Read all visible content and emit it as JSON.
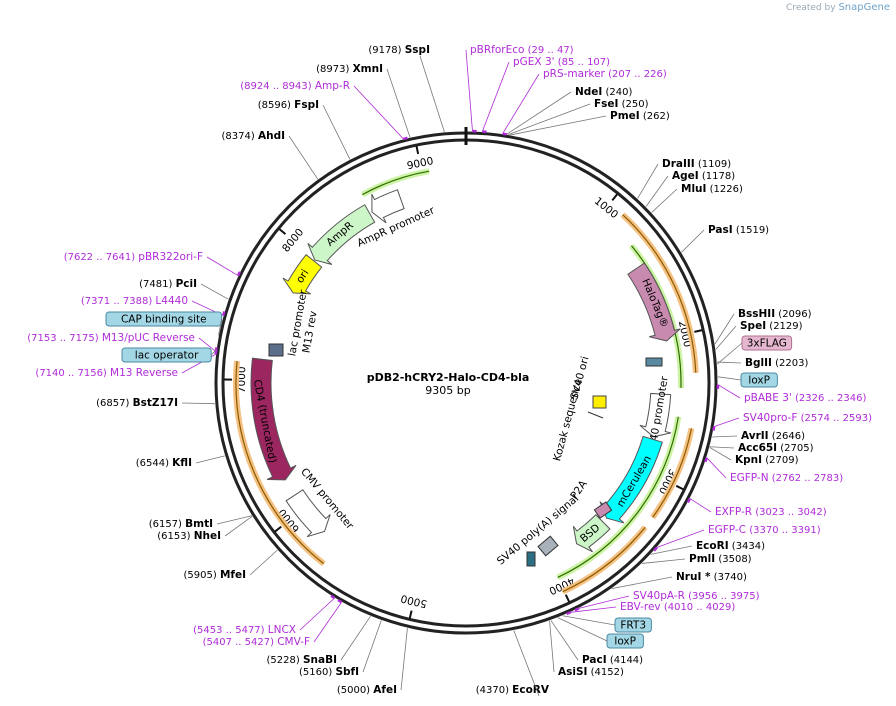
{
  "brand": {
    "prefix": "Created by",
    "name": "SnapGene"
  },
  "map": {
    "title": "pDB2-hCRY2-Halo-CD4-bla",
    "length_label": "9305 bp",
    "length": 9305
  },
  "ruler_ticks": [
    {
      "pos": 1000,
      "label": "1000"
    },
    {
      "pos": 2000,
      "label": "2000"
    },
    {
      "pos": 3000,
      "label": "3000"
    },
    {
      "pos": 4000,
      "label": "4000"
    },
    {
      "pos": 5000,
      "label": "5000"
    },
    {
      "pos": 6000,
      "label": "6000"
    },
    {
      "pos": 7000,
      "label": "7000"
    },
    {
      "pos": 8000,
      "label": "8000"
    },
    {
      "pos": 9000,
      "label": "9000"
    }
  ],
  "features": [
    {
      "name": "AmpR promoter",
      "start": 8560,
      "end": 8800,
      "dir": -1,
      "color": "#ffffff",
      "lane": 0.78,
      "label": "AmpR promoter"
    },
    {
      "name": "AmpR",
      "start": 7990,
      "end": 8540,
      "dir": -1,
      "color": "#ccf5c8",
      "lane": 0.78,
      "label": "AmpR"
    },
    {
      "name": "ori",
      "start": 7690,
      "end": 7980,
      "dir": -1,
      "color": "#ffff00",
      "lane": 0.78,
      "label": "ori"
    },
    {
      "name": "CD4 (truncated)",
      "start": 6250,
      "end": 7150,
      "dir": -1,
      "color": "#9b2660",
      "lane": 0.82,
      "label": "CD4 (truncated)"
    },
    {
      "name": "CMV promoter",
      "start": 5780,
      "end": 6120,
      "dir": -1,
      "color": "#ffffff",
      "lane": 0.82,
      "label": "CMV promoter"
    },
    {
      "name": "HaloTag",
      "start": 1450,
      "end": 2020,
      "dir": 1,
      "color": "#c98ab0",
      "lane": 0.82,
      "label": "HaloTag®"
    },
    {
      "name": "SV40 promoter",
      "start": 2410,
      "end": 2740,
      "dir": 1,
      "color": "#ffffff",
      "lane": 0.78,
      "label": "SV40 promoter"
    },
    {
      "name": "mCerulean",
      "start": 2760,
      "end": 3460,
      "dir": 1,
      "color": "#00ffff",
      "lane": 0.78,
      "label": "mCerulean"
    },
    {
      "name": "BSD",
      "start": 3500,
      "end": 3760,
      "dir": 1,
      "color": "#ccf5c8",
      "lane": 0.78,
      "label": "BSD"
    }
  ],
  "center_labels": [
    {
      "text": "SV40 ori"
    },
    {
      "text": "Kozak sequence"
    },
    {
      "text": "lac promoter"
    },
    {
      "text": "M13 rev"
    },
    {
      "text": "P2A"
    },
    {
      "text": "SV40 poly(A) signal"
    }
  ],
  "sites_right": [
    {
      "name": "SspI",
      "num": "(9178)",
      "pos": 9178
    },
    {
      "name": "NdeI",
      "num": "(240)",
      "pos": 240
    },
    {
      "name": "FseI",
      "num": "(250)",
      "pos": 250
    },
    {
      "name": "PmeI",
      "num": "(262)",
      "pos": 262
    },
    {
      "name": "DraIII",
      "num": "(1109)",
      "pos": 1109
    },
    {
      "name": "AgeI",
      "num": "(1178)",
      "pos": 1178
    },
    {
      "name": "MluI",
      "num": "(1226)",
      "pos": 1226
    },
    {
      "name": "PasI",
      "num": "(1519)",
      "pos": 1519
    },
    {
      "name": "BssHII",
      "num": "(2096)",
      "pos": 2096
    },
    {
      "name": "SpeI",
      "num": "(2129)",
      "pos": 2129
    },
    {
      "name": "BglII",
      "num": "(2203)",
      "pos": 2203
    },
    {
      "name": "AvrII",
      "num": "(2646)",
      "pos": 2646
    },
    {
      "name": "Acc65I",
      "num": "(2705)",
      "pos": 2705
    },
    {
      "name": "KpnI",
      "num": "(2709)",
      "pos": 2709
    },
    {
      "name": "EcoRI",
      "num": "(3434)",
      "pos": 3434
    },
    {
      "name": "PmlI",
      "num": "(3508)",
      "pos": 3508
    },
    {
      "name": "NruI *",
      "num": "(3740)",
      "pos": 3740
    },
    {
      "name": "PacI",
      "num": "(4144)",
      "pos": 4144
    },
    {
      "name": "AsiSI",
      "num": "(4152)",
      "pos": 4152
    },
    {
      "name": "EcoRV",
      "num": "(4370)",
      "pos": 4370
    }
  ],
  "sites_left": [
    {
      "name": "XmnI",
      "num": "(8973)",
      "pos": 8973
    },
    {
      "name": "FspI",
      "num": "(8596)",
      "pos": 8596
    },
    {
      "name": "AhdI",
      "num": "(8374)",
      "pos": 8374
    },
    {
      "name": "PciI",
      "num": "(7481)",
      "pos": 7481
    },
    {
      "name": "BstZ17I",
      "num": "(6857)",
      "pos": 6857
    },
    {
      "name": "KflI",
      "num": "(6544)",
      "pos": 6544
    },
    {
      "name": "BmtI",
      "num": "(6157)",
      "pos": 6157
    },
    {
      "name": "NheI",
      "num": "(6153)",
      "pos": 6153
    },
    {
      "name": "MfeI",
      "num": "(5905)",
      "pos": 5905
    },
    {
      "name": "SnaBI",
      "num": "(5228)",
      "pos": 5228
    },
    {
      "name": "SbfI",
      "num": "(5160)",
      "pos": 5160
    },
    {
      "name": "AfeI",
      "num": "(5000)",
      "pos": 5000
    }
  ],
  "primers": [
    {
      "name": "pBRforEco",
      "range": "(29 .. 47)",
      "pos": 38
    },
    {
      "name": "pGEX 3'",
      "range": "(85 .. 107)",
      "pos": 96
    },
    {
      "name": "pRS-marker",
      "range": "(207 .. 226)",
      "pos": 216
    },
    {
      "name": "pBABE 3'",
      "range": "(2326 .. 2346)",
      "pos": 2336
    },
    {
      "name": "SV40pro-F",
      "range": "(2574 .. 2593)",
      "pos": 2583
    },
    {
      "name": "EGFP-N",
      "range": "(2762 .. 2783)",
      "pos": 2772
    },
    {
      "name": "EXFP-R",
      "range": "(3023 .. 3042)",
      "pos": 3032
    },
    {
      "name": "EGFP-C",
      "range": "(3370 .. 3391)",
      "pos": 3380
    },
    {
      "name": "SV40pA-R",
      "range": "(3956 .. 3975)",
      "pos": 3965
    },
    {
      "name": "EBV-rev",
      "range": "(4010 .. 4029)",
      "pos": 4019
    },
    {
      "name": "Amp-R",
      "range": "(8924 .. 8943)",
      "pos": 8933
    },
    {
      "name": "pBR322ori-F",
      "range": "(7622 .. 7641)",
      "pos": 7631
    },
    {
      "name": "L4440",
      "range": "(7371 .. 7388)",
      "pos": 7380
    },
    {
      "name": "M13/pUC Reverse",
      "range": "(7153 .. 7175)",
      "pos": 7164
    },
    {
      "name": "M13 Reverse",
      "range": "(7140 .. 7156)",
      "pos": 7148
    },
    {
      "name": "LNCX",
      "range": "(5453 .. 5477)",
      "pos": 5465
    },
    {
      "name": "CMV-F",
      "range": "(5407 .. 5427)",
      "pos": 5417
    }
  ],
  "boxed_features": [
    {
      "text": "3xFLAG",
      "fill": "#e6b8cf",
      "stroke": "#b07090",
      "pos": 2215
    },
    {
      "text": "loxP",
      "fill": "#a3d7e5",
      "stroke": "#4a8aa0",
      "pos": 2290
    },
    {
      "text": "FRT3",
      "fill": "#a3d7e5",
      "stroke": "#4a8aa0",
      "pos": 4070
    },
    {
      "text": "loxP",
      "fill": "#a3d7e5",
      "stroke": "#4a8aa0",
      "pos": 4100
    },
    {
      "text": "CAP binding site",
      "fill": "#a3d7e5",
      "stroke": "#4a8aa0",
      "pos": 7260
    },
    {
      "text": "lac operator",
      "fill": "#a3d7e5",
      "stroke": "#4a8aa0",
      "pos": 7175
    }
  ]
}
